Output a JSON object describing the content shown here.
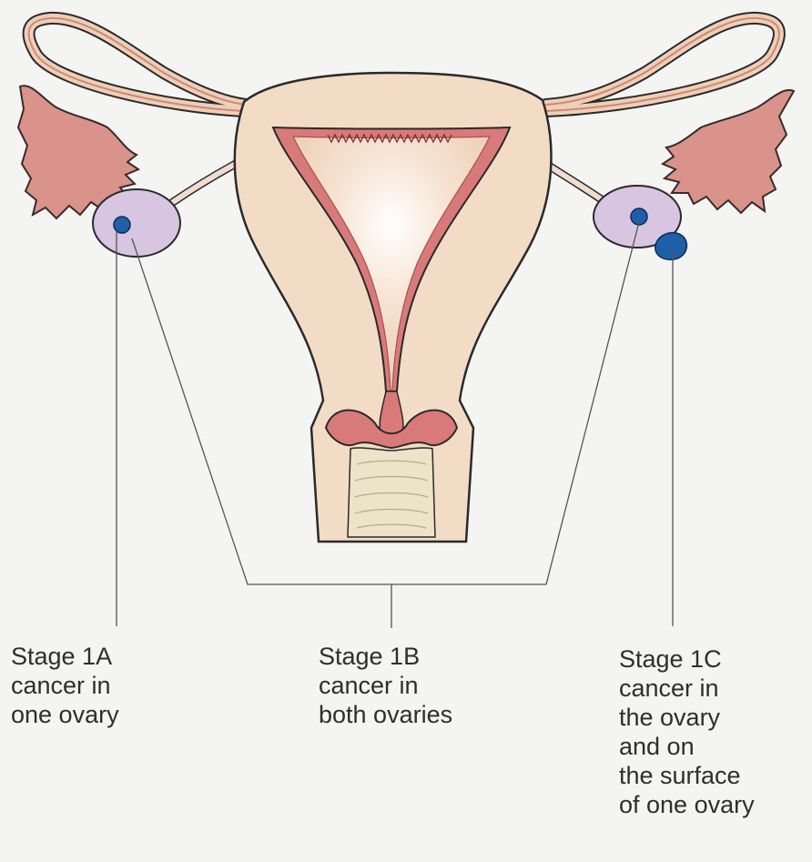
{
  "labels": {
    "stage_1a": {
      "stage": "Stage 1A",
      "lines": [
        "cancer in",
        "one ovary"
      ]
    },
    "stage_1b": {
      "stage": "Stage 1B",
      "lines": [
        "cancer in",
        "both ovaries"
      ]
    },
    "stage_1c": {
      "stage": "Stage 1C",
      "lines": [
        "cancer in",
        "the ovary",
        "and on",
        "the surface",
        "of one ovary"
      ]
    }
  },
  "colors": {
    "background": "#f4f4f3",
    "uterus_fill": "#f3dcc6",
    "uterus_outline": "#2a2a2a",
    "lining": "#d97a7a",
    "tube_fill": "#efcfb6",
    "fimbriae": "#d9938a",
    "ovary": "#d7c5e2",
    "tumor": "#1f5fa8",
    "leader_line": "#555555"
  }
}
